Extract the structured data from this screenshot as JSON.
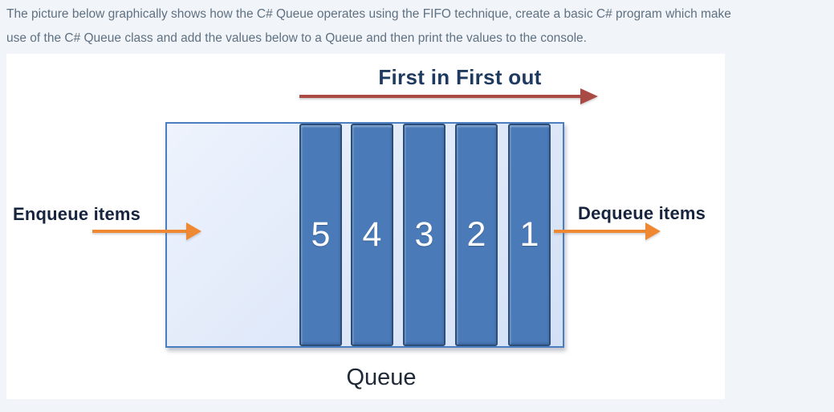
{
  "intro": {
    "line1": "The picture below graphically shows how the C# Queue operates using the FIFO technique, create a basic C# program which make",
    "line2": "use of the C# Queue class and add the values below to a Queue and then print the values to the console."
  },
  "diagram": {
    "title": "First in First out",
    "enqueue_label": "Enqueue items",
    "dequeue_label": "Dequeue items",
    "caption": "Queue",
    "items": [
      "5",
      "4",
      "3",
      "2",
      "1"
    ],
    "colors": {
      "intro_color": "#5f7081",
      "title_color": "#1f3a5f",
      "label_color": "#17243e",
      "caption_color": "#1f2937",
      "fifo_arrow": "#a94a44",
      "orange_arrow": "#ee8833",
      "box_border": "#4a7ec0",
      "box_fill_top": "#eef3fd",
      "box_fill_bottom": "#d3e0f6",
      "bar_fill": "#4a7ab8",
      "bar_border": "#2b4d78"
    }
  }
}
